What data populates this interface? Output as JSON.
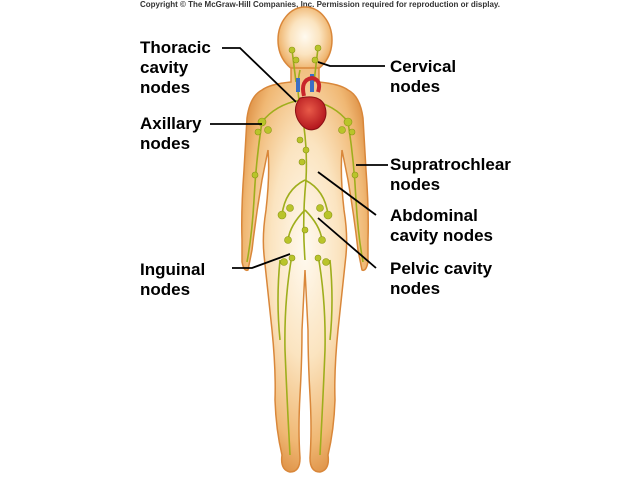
{
  "copyright": "Copyright © The McGraw-Hill Companies, Inc. Permission required for reproduction or display.",
  "labels": {
    "thoracic": [
      "Thoracic",
      "cavity",
      "nodes"
    ],
    "axillary": [
      "Axillary",
      "nodes"
    ],
    "inguinal": [
      "Inguinal",
      "nodes"
    ],
    "cervical": [
      "Cervical",
      "nodes"
    ],
    "supratrochlear": [
      "Supratrochlear",
      "nodes"
    ],
    "abdominal": [
      "Abdominal",
      "cavity nodes"
    ],
    "pelvic": [
      "Pelvic cavity",
      "nodes"
    ]
  },
  "colors": {
    "skin": "#f3c58a",
    "skin_edge": "#d9873a",
    "skin_glow": "#fdf1dc",
    "lymph": "#9fae1c",
    "node": "#b9c42a",
    "heart": "#c8262b",
    "vein": "#3b6fc4"
  }
}
